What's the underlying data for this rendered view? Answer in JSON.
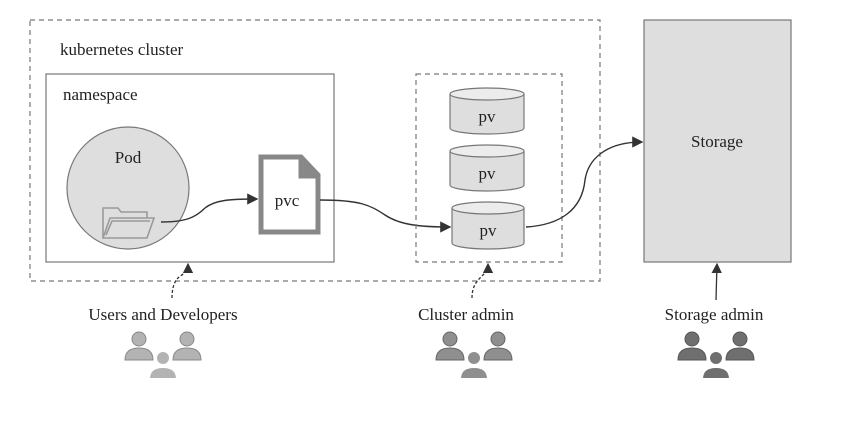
{
  "cluster": {
    "label": "kubernetes cluster"
  },
  "namespace": {
    "label": "namespace"
  },
  "pod": {
    "label": "Pod",
    "icon": "folder-icon"
  },
  "pvc": {
    "label": "pvc",
    "icon": "document-icon"
  },
  "pv_group": {
    "items": [
      {
        "label": "pv"
      },
      {
        "label": "pv"
      },
      {
        "label": "pv"
      }
    ]
  },
  "storage": {
    "label": "Storage"
  },
  "actors": [
    {
      "label": "Users and Developers",
      "icon": "users-group-icon",
      "color": "#b3b3b3"
    },
    {
      "label": "Cluster admin",
      "icon": "users-group-icon",
      "color": "#8f8f8f"
    },
    {
      "label": "Storage admin",
      "icon": "users-group-icon",
      "color": "#6f6f6f"
    }
  ],
  "colors": {
    "fill": "#dedede",
    "stroke": "#666666",
    "line": "#333333"
  }
}
